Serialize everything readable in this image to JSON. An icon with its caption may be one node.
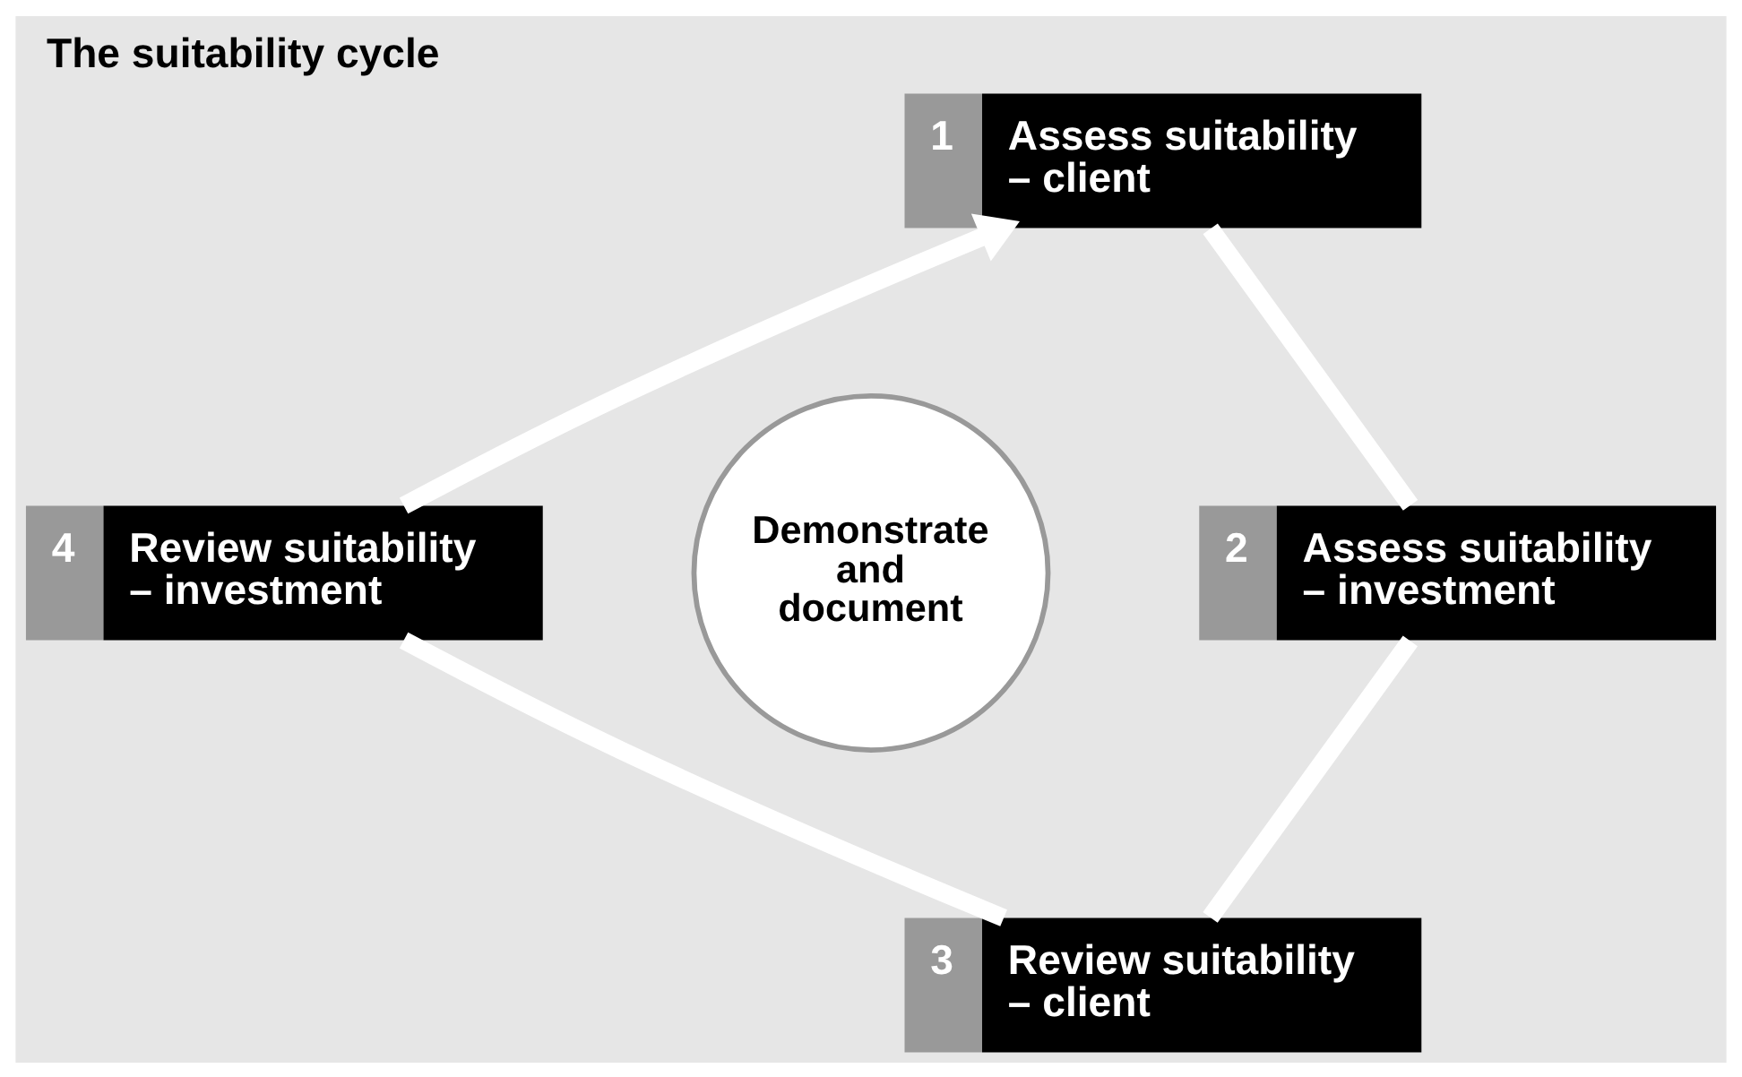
{
  "diagram": {
    "title": "The suitability cycle",
    "nodes": [
      {
        "text": [
          "1",
          "Assess suitability – client"
        ]
      },
      {
        "text": [
          "4",
          "Review suitability – investment"
        ]
      },
      {
        "text": [
          "Demonstrate and document"
        ]
      },
      {
        "text": [
          "2",
          "Assess suitability – investment"
        ]
      },
      {
        "text": [
          "3",
          "Review suitability – client"
        ]
      }
    ],
    "edges": [
      {
        "from": 0,
        "to": 3,
        "arrow": "none"
      },
      {
        "from": 3,
        "to": 4,
        "arrow": "none"
      },
      {
        "from": 4,
        "to": 1,
        "arrow": "none"
      },
      {
        "from": 1,
        "to": 0,
        "arrow": "to"
      }
    ]
  }
}
